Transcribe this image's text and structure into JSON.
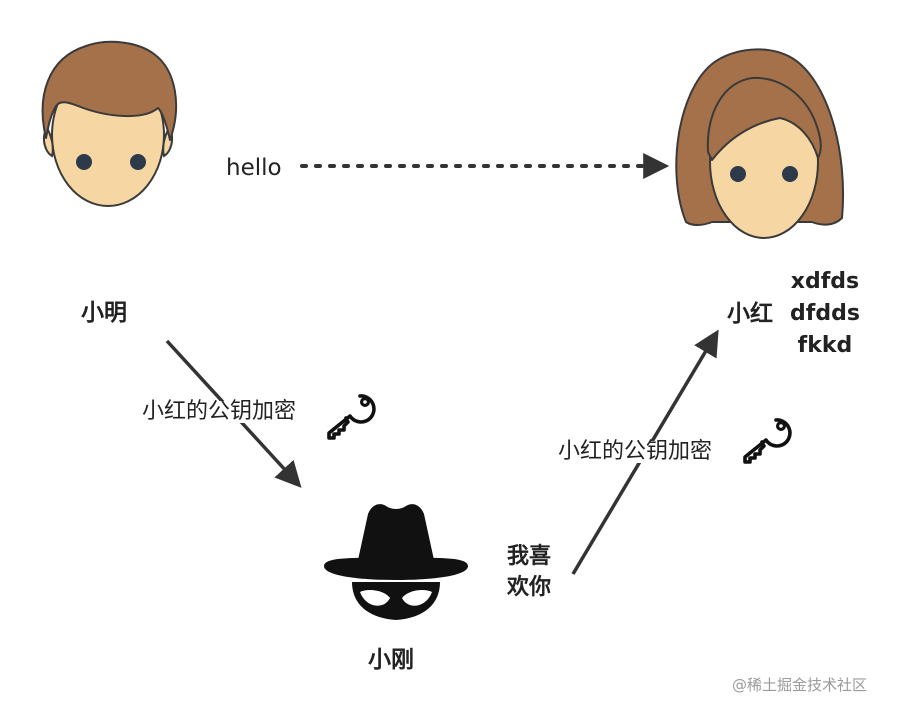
{
  "nodes": {
    "sender": {
      "name": "小明"
    },
    "receiver": {
      "name": "小红"
    },
    "attacker": {
      "name": "小刚"
    }
  },
  "messages": {
    "plaintext": "hello",
    "encrypt_label_left": "小红的公钥加密",
    "encrypt_label_right": "小红的公钥加密",
    "ciphertext_lines": [
      "xdfds",
      "dfdds",
      "fkkd"
    ],
    "forged_lines": [
      "我喜",
      "欢你"
    ]
  },
  "icons": {
    "sender_avatar": "man-avatar-icon",
    "receiver_avatar": "woman-avatar-icon",
    "attacker_avatar": "spy-icon",
    "key": "key-icon"
  },
  "colors": {
    "skin": "#f6d7a3",
    "hair": "#a5714a",
    "outline": "#3a3a3a",
    "arrow": "#333333"
  },
  "watermark": "@稀土掘金技术社区"
}
